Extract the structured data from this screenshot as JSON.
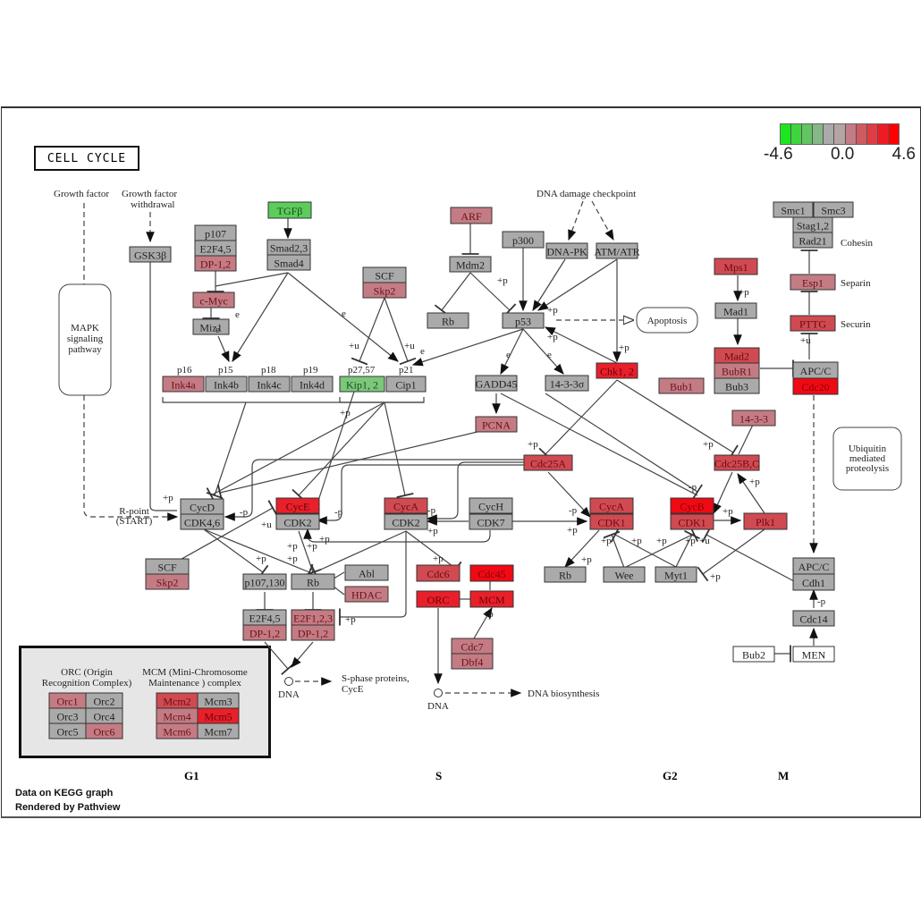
{
  "title": "CELL CYCLE",
  "legend": {
    "min_label": "-4.6",
    "mid_label": "0.0",
    "max_label": "4.6",
    "colors": [
      "#1ee61e",
      "#3ed63e",
      "#62c462",
      "#86b886",
      "#aaaaaa",
      "#b4a4a4",
      "#c47c84",
      "#d05a60",
      "#e03c44",
      "#f01a24",
      "#ff0000"
    ]
  },
  "footer": {
    "line1": "Data on KEGG graph",
    "line2": "Rendered by Pathview"
  },
  "phases": {
    "g1": "G1",
    "s": "S",
    "g2": "G2",
    "m": "M"
  },
  "colors": {
    "gray": "#aaaaaa",
    "green": "#5ccc5c",
    "light_green": "#7cc77c",
    "pink": "#c47c84",
    "mid_red": "#d04a52",
    "red": "#e8202a",
    "bright_red": "#f00a14",
    "white": "#ffffff"
  },
  "labels": {
    "growth_factor": "Growth factor",
    "growth_factor_withdrawal_1": "Growth factor",
    "growth_factor_withdrawal_2": "withdrawal",
    "dna_damage": "DNA damage checkpoint",
    "mapk_1": "MAPK",
    "mapk_2": "signaling",
    "mapk_3": "pathway",
    "rpoint_1": "R-point",
    "rpoint_2": "(START)",
    "apoptosis": "Apoptosis",
    "ubiquitin_1": "Ubiquitin",
    "ubiquitin_2": "mediated",
    "ubiquitin_3": "proteolysis",
    "cohesin": "Cohesin",
    "separin": "Separin",
    "securin": "Securin",
    "dna": "DNA",
    "s_phase_1": "S-phase proteins,",
    "s_phase_2": "CycE",
    "dna_biosynthesis": "DNA biosynthesis",
    "p16": "p16",
    "p15": "p15",
    "p18": "p18",
    "p19": "p19",
    "p27_57": "p27,57",
    "p21": "p21",
    "orc_title_1": "ORC (Origin",
    "orc_title_2": "Recognition Complex)",
    "mcm_title_1": "MCM (Mini-Chromosome",
    "mcm_title_2": "Maintenance ) complex"
  },
  "nodes": [
    {
      "id": "tgfb",
      "label": "TGFβ",
      "color": "green"
    },
    {
      "id": "p107",
      "label": "p107",
      "color": "gray"
    },
    {
      "id": "e2f45_top",
      "label": "E2F4,5",
      "color": "gray"
    },
    {
      "id": "dp12_top",
      "label": "DP-1,2",
      "color": "pink"
    },
    {
      "id": "smad23",
      "label": "Smad2,3",
      "color": "gray"
    },
    {
      "id": "smad4",
      "label": "Smad4",
      "color": "gray"
    },
    {
      "id": "gsk3b",
      "label": "GSK3β",
      "color": "gray"
    },
    {
      "id": "cmyc",
      "label": "c-Myc",
      "color": "pink"
    },
    {
      "id": "miz1",
      "label": "Miz1",
      "color": "gray"
    },
    {
      "id": "scf_top",
      "label": "SCF",
      "color": "gray"
    },
    {
      "id": "skp2_top",
      "label": "Skp2",
      "color": "pink"
    },
    {
      "id": "ink4a",
      "label": "Ink4a",
      "color": "pink"
    },
    {
      "id": "ink4b",
      "label": "Ink4b",
      "color": "gray"
    },
    {
      "id": "ink4c",
      "label": "Ink4c",
      "color": "gray"
    },
    {
      "id": "ink4d",
      "label": "Ink4d",
      "color": "gray"
    },
    {
      "id": "kip12",
      "label": "Kip1, 2",
      "color": "light_green"
    },
    {
      "id": "cip1",
      "label": "Cip1",
      "color": "gray"
    },
    {
      "id": "arf",
      "label": "ARF",
      "color": "pink"
    },
    {
      "id": "mdm2",
      "label": "Mdm2",
      "color": "gray"
    },
    {
      "id": "p300",
      "label": "p300",
      "color": "gray"
    },
    {
      "id": "dnapk",
      "label": "DNA-PK",
      "color": "gray"
    },
    {
      "id": "atmatr",
      "label": "ATM/ATR",
      "color": "gray"
    },
    {
      "id": "rb_top",
      "label": "Rb",
      "color": "gray"
    },
    {
      "id": "p53",
      "label": "p53",
      "color": "gray"
    },
    {
      "id": "gadd45",
      "label": "GADD45",
      "color": "gray"
    },
    {
      "id": "1433s",
      "label": "14-3-3σ",
      "color": "gray"
    },
    {
      "id": "chk12",
      "label": "Chk1, 2",
      "color": "red"
    },
    {
      "id": "pcna",
      "label": "PCNA",
      "color": "pink"
    },
    {
      "id": "cdc25a",
      "label": "Cdc25A",
      "color": "mid_red"
    },
    {
      "id": "smc1",
      "label": "Smc1",
      "color": "gray"
    },
    {
      "id": "smc3",
      "label": "Smc3",
      "color": "gray"
    },
    {
      "id": "stag12",
      "label": "Stag1,2",
      "color": "gray"
    },
    {
      "id": "rad21",
      "label": "Rad21",
      "color": "gray"
    },
    {
      "id": "mps1",
      "label": "Mps1",
      "color": "mid_red"
    },
    {
      "id": "esp1",
      "label": "Esp1",
      "color": "pink"
    },
    {
      "id": "mad1",
      "label": "Mad1",
      "color": "gray"
    },
    {
      "id": "pttg",
      "label": "PTTG",
      "color": "mid_red"
    },
    {
      "id": "mad2",
      "label": "Mad2",
      "color": "mid_red"
    },
    {
      "id": "bubr1",
      "label": "BubR1",
      "color": "pink"
    },
    {
      "id": "bub3",
      "label": "Bub3",
      "color": "gray"
    },
    {
      "id": "bub1",
      "label": "Bub1",
      "color": "pink"
    },
    {
      "id": "apcc_top",
      "label": "APC/C",
      "color": "gray"
    },
    {
      "id": "cdc20",
      "label": "Cdc20",
      "color": "bright_red"
    },
    {
      "id": "1433",
      "label": "14-3-3",
      "color": "pink"
    },
    {
      "id": "cdc25bc",
      "label": "Cdc25B,C",
      "color": "mid_red"
    },
    {
      "id": "cycd",
      "label": "CycD",
      "color": "gray"
    },
    {
      "id": "cdk46",
      "label": "CDK4,6",
      "color": "gray"
    },
    {
      "id": "cyce",
      "label": "CycE",
      "color": "red"
    },
    {
      "id": "cdk2_e",
      "label": "CDK2",
      "color": "gray"
    },
    {
      "id": "cyca_s",
      "label": "CycA",
      "color": "mid_red"
    },
    {
      "id": "cdk2_a",
      "label": "CDK2",
      "color": "gray"
    },
    {
      "id": "cych",
      "label": "CycH",
      "color": "gray"
    },
    {
      "id": "cdk7",
      "label": "CDK7",
      "color": "gray"
    },
    {
      "id": "cyca_g2",
      "label": "CycA",
      "color": "mid_red"
    },
    {
      "id": "cdk1_a",
      "label": "CDK1",
      "color": "mid_red"
    },
    {
      "id": "cycb",
      "label": "CycB",
      "color": "bright_red"
    },
    {
      "id": "cdk1_b",
      "label": "CDK1",
      "color": "mid_red"
    },
    {
      "id": "plk1",
      "label": "Plk1",
      "color": "mid_red"
    },
    {
      "id": "scf_bot",
      "label": "SCF",
      "color": "gray"
    },
    {
      "id": "skp2_bot",
      "label": "Skp2",
      "color": "pink"
    },
    {
      "id": "p107130",
      "label": "p107,130",
      "color": "gray"
    },
    {
      "id": "rb_mid",
      "label": "Rb",
      "color": "gray"
    },
    {
      "id": "abl",
      "label": "Abl",
      "color": "gray"
    },
    {
      "id": "hdac",
      "label": "HDAC",
      "color": "pink"
    },
    {
      "id": "e2f45_bot",
      "label": "E2F4,5",
      "color": "gray"
    },
    {
      "id": "dp12_a",
      "label": "DP-1,2",
      "color": "pink"
    },
    {
      "id": "e2f123",
      "label": "E2F1,2,3",
      "color": "pink"
    },
    {
      "id": "dp12_b",
      "label": "DP-1,2",
      "color": "pink"
    },
    {
      "id": "cdc6",
      "label": "Cdc6",
      "color": "mid_red"
    },
    {
      "id": "cdc45",
      "label": "Cdc45",
      "color": "bright_red"
    },
    {
      "id": "orc",
      "label": "ORC",
      "color": "red"
    },
    {
      "id": "mcm",
      "label": "MCM",
      "color": "red"
    },
    {
      "id": "cdc7",
      "label": "Cdc7",
      "color": "pink"
    },
    {
      "id": "dbf4",
      "label": "Dbf4",
      "color": "pink"
    },
    {
      "id": "rb_g2",
      "label": "Rb",
      "color": "gray"
    },
    {
      "id": "wee",
      "label": "Wee",
      "color": "gray"
    },
    {
      "id": "myt1",
      "label": "Myt1",
      "color": "gray"
    },
    {
      "id": "apcc_bot",
      "label": "APC/C",
      "color": "gray"
    },
    {
      "id": "cdh1",
      "label": "Cdh1",
      "color": "gray"
    },
    {
      "id": "cdc14",
      "label": "Cdc14",
      "color": "gray"
    },
    {
      "id": "bub2",
      "label": "Bub2",
      "color": "white"
    },
    {
      "id": "men",
      "label": "MEN",
      "color": "white"
    },
    {
      "id": "orc1",
      "label": "Orc1",
      "color": "pink"
    },
    {
      "id": "orc2",
      "label": "Orc2",
      "color": "gray"
    },
    {
      "id": "orc3",
      "label": "Orc3",
      "color": "gray"
    },
    {
      "id": "orc4",
      "label": "Orc4",
      "color": "gray"
    },
    {
      "id": "orc5",
      "label": "Orc5",
      "color": "gray"
    },
    {
      "id": "orc6",
      "label": "Orc6",
      "color": "pink"
    },
    {
      "id": "mcm2",
      "label": "Mcm2",
      "color": "mid_red"
    },
    {
      "id": "mcm3",
      "label": "Mcm3",
      "color": "gray"
    },
    {
      "id": "mcm4",
      "label": "Mcm4",
      "color": "pink"
    },
    {
      "id": "mcm5",
      "label": "Mcm5",
      "color": "red"
    },
    {
      "id": "mcm6",
      "label": "Mcm6",
      "color": "pink"
    },
    {
      "id": "mcm7",
      "label": "Mcm7",
      "color": "gray"
    }
  ]
}
